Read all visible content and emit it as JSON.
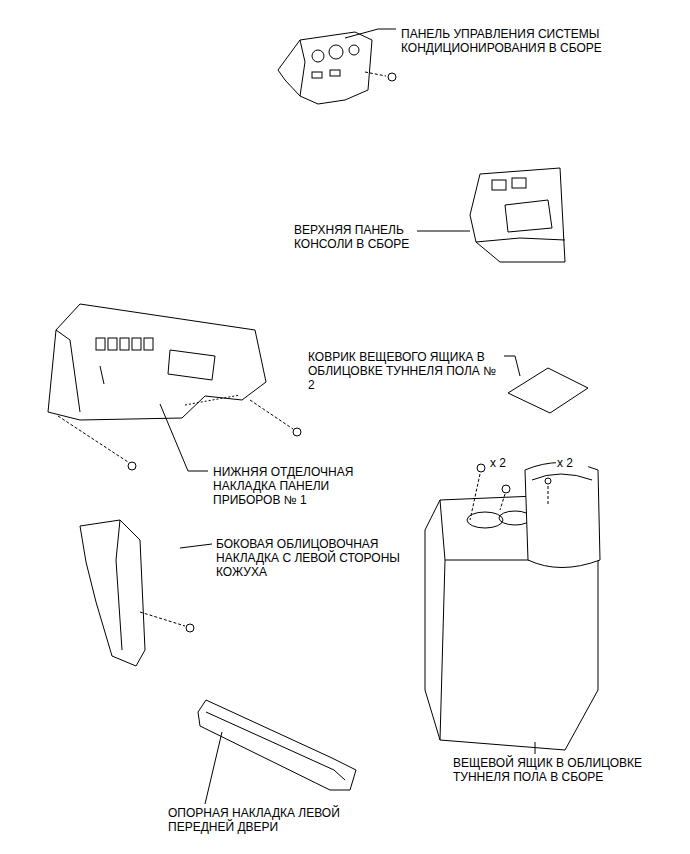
{
  "diagram": {
    "labels": [
      "ПАНЕЛЬ УПРАВЛЕНИЯ СИСТЕМЫ КОНДИЦИОНИРОВАНИЯ В СБОРЕ",
      "ВЕРХНЯЯ ПАНЕЛЬ КОНСОЛИ В СБОРЕ",
      "КОВРИК ВЕЩЕВОГО ЯЩИКА В ОБЛИЦОВКЕ ТУННЕЛЯ ПОЛА № 2",
      "НИЖНЯЯ ОТДЕЛОЧНАЯ НАКЛАДКА ПАНЕЛИ ПРИБОРОВ № 1",
      "x 2",
      "x 2",
      "БОКОВАЯ ОБЛИЦОВОЧНАЯ НАКЛАДКА С ЛЕВОЙ СТОРОНЫ КОЖУХА",
      "ВЕЩЕВОЙ ЯЩИК В ОБЛИЦОВКЕ ТУННЕЛЯ ПОЛА В СБОРЕ",
      "ОПОРНАЯ НАКЛАДКА ЛЕВОЙ ПЕРЕДНЕЙ ДВЕРИ"
    ]
  }
}
